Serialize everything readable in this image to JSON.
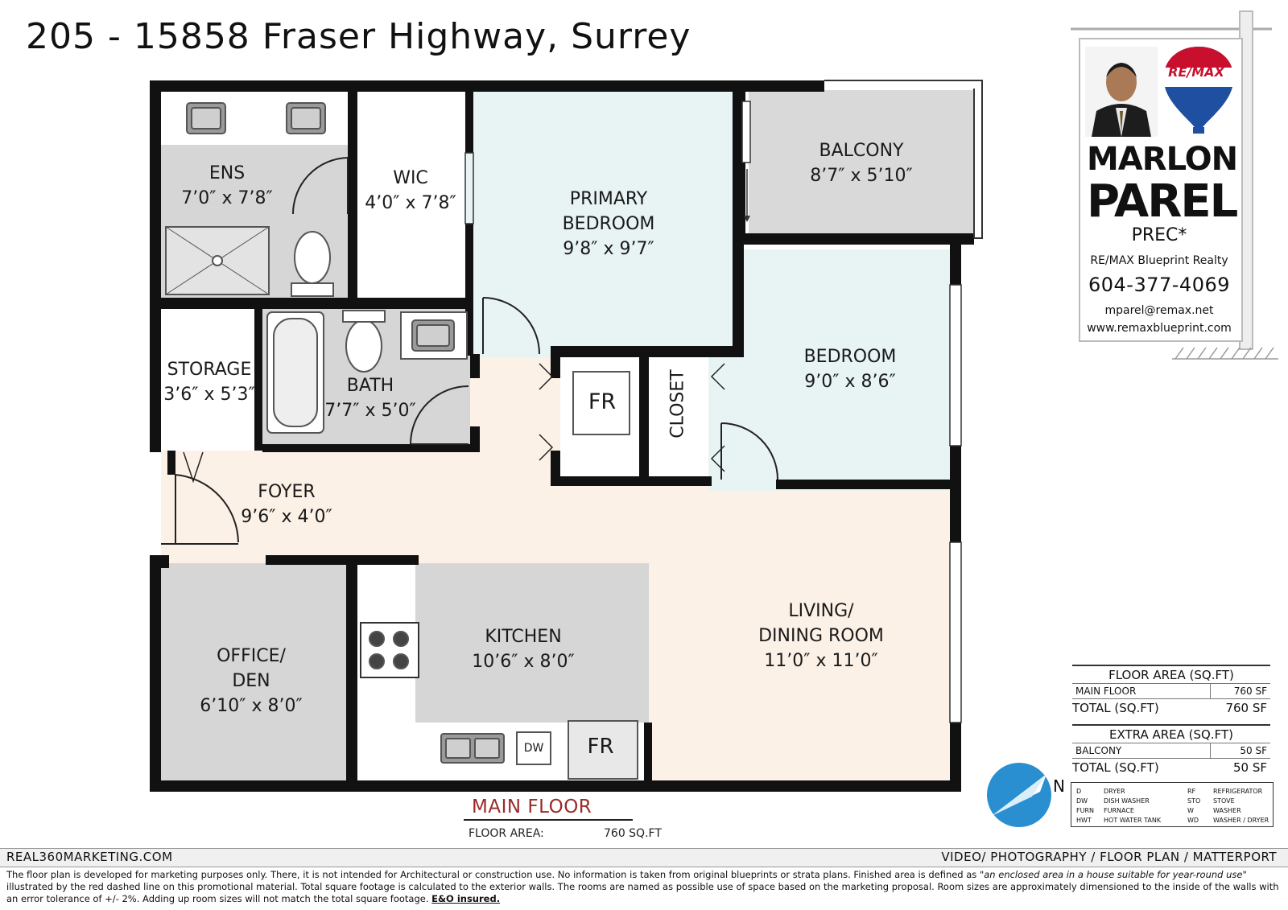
{
  "title": "205 - 15858 Fraser Highway, Surrey",
  "rooms": {
    "ens": {
      "name": "ENS",
      "size": "7’0″ x 7’8″"
    },
    "wic": {
      "name": "WIC",
      "size": "4’0″ x 7’8″"
    },
    "primary": {
      "name1": "PRIMARY",
      "name2": "BEDROOM",
      "size": "9’8″ x 9’7″"
    },
    "balcony": {
      "name": "BALCONY",
      "size": "8’7″ x 5’10″"
    },
    "storage": {
      "name": "STORAGE",
      "size": "3’6″ x 5’3″"
    },
    "bath": {
      "name": "BATH",
      "size": "7’7″ x 5’0″"
    },
    "fr_hall": "FR",
    "closet": "CLOSET",
    "bedroom": {
      "name": "BEDROOM",
      "size": "9’0″ x 8’6″"
    },
    "foyer": {
      "name": "FOYER",
      "size": "9’6″ x 4’0″"
    },
    "office": {
      "name1": "OFFICE/",
      "name2": "DEN",
      "size": "6’10″ x 8’0″"
    },
    "kitchen": {
      "name": "KITCHEN",
      "size": "10’6″ x 8’0″"
    },
    "living": {
      "name1": "LIVING/",
      "name2": "DINING ROOM",
      "size": "11’0″ x 11’0″"
    },
    "fr_kitchen": "FR",
    "dw": "DW"
  },
  "floor": {
    "label": "MAIN FLOOR",
    "area_key": "FLOOR AREA:",
    "area_value": "760 SQ.FT"
  },
  "agent": {
    "logo_text": "RE/MAX",
    "first_name": "MARLON",
    "last_name": "PAREL",
    "designation": "PREC*",
    "brokerage": "RE/MAX Blueprint Realty",
    "phone": "604-377-4069",
    "email": "mparel@remax.net",
    "website": "www.remaxblueprint.com"
  },
  "floor_area_table": {
    "header": "FLOOR AREA (SQ.FT)",
    "row_key": "MAIN FLOOR",
    "row_value": "760 SF",
    "total_key": "TOTAL (SQ.FT)",
    "total_value": "760 SF"
  },
  "extra_area_table": {
    "header": "EXTRA AREA (SQ.FT)",
    "row_key": "BALCONY",
    "row_value": "50 SF",
    "total_key": "TOTAL (SQ.FT)",
    "total_value": "50 SF"
  },
  "compass": {
    "label": "N"
  },
  "legend": [
    {
      "abbr": "D",
      "meaning": "DRYER"
    },
    {
      "abbr": "DW",
      "meaning": "DISH WASHER"
    },
    {
      "abbr": "FURN",
      "meaning": "FURNACE"
    },
    {
      "abbr": "HWT",
      "meaning": "HOT WATER TANK"
    },
    {
      "abbr": "RF",
      "meaning": "REFRIGERATOR"
    },
    {
      "abbr": "STO",
      "meaning": "STOVE"
    },
    {
      "abbr": "W",
      "meaning": "WASHER"
    },
    {
      "abbr": "WD",
      "meaning": "WASHER / DRYER"
    }
  ],
  "footer": {
    "left": "REAL360MARKETING.COM",
    "right": "VIDEO/ PHOTOGRAPHY / FLOOR PLAN / MATTERPORT",
    "disclaimer_1": "The floor plan is developed for marketing purposes only. There, it is not intended for Architectural or construction use. No information is  taken from original blueprints or strata plans. Finished area is defined as ",
    "disclaimer_quote": "\"an enclosed area in a house suitable for year-round use\"",
    "disclaimer_2": " illustrated by the red dashed line on this promotional material. Total square footage is calculated to the exterior walls. The rooms are named as possible use of space based on the marketing proposal. Room sizes are approximately dimensioned to the inside of the walls with an error tolerance of +/- 2%. Adding up room sizes will not match the total square footage. ",
    "disclaimer_bold": "E&O insured."
  },
  "colors": {
    "wall": "#111111",
    "wet_room": "#d6d6d6",
    "bedroom_fill": "#e8f3f4",
    "living_fill": "#fcf1e6",
    "remax_red": "#c8102e",
    "remax_blue": "#1f4fa0",
    "compass_blue": "#2a8fd0"
  }
}
